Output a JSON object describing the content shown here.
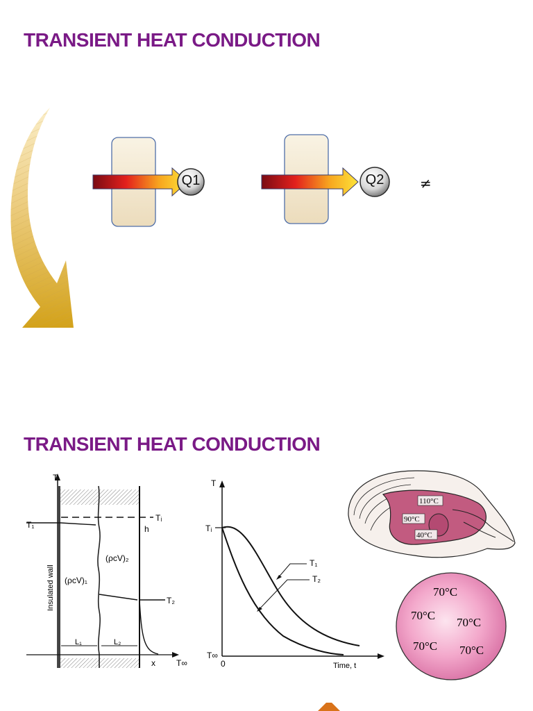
{
  "slide1": {
    "title": "TRANSIENT HEAT CONDUCTION",
    "left_flow_label": "Q1",
    "right_flow_label": "Q2",
    "not_equal_symbol": "≠"
  },
  "slide2": {
    "title": "TRANSIENT HEAT CONDUCTION",
    "wall_diagram": {
      "axis_t": "T",
      "t1_left": "T₁",
      "ti": "Tᵢ",
      "h": "h",
      "t2": "T₂",
      "t_inf": "T∞",
      "x": "x",
      "wall_label": "Insulated wall",
      "region1": "(ρcV)₁",
      "region2": "(ρcV)₂",
      "l1": "L₁",
      "l2": "L₂"
    },
    "cooling_chart": {
      "axis_t": "T",
      "ti": "Tᵢ",
      "t_inf": "T∞",
      "origin": "0",
      "xlabel": "Time, t",
      "t1": "T₁",
      "t2": "T₂"
    },
    "meat_roast": {
      "temps": [
        "110°C",
        "90°C",
        "40°C"
      ]
    },
    "sphere": {
      "temps": [
        "70°C",
        "70°C",
        "70°C",
        "70°C",
        "70°C"
      ]
    }
  },
  "colors": {
    "title": "#7a1a86",
    "arrow_gold": "#d9a71c",
    "meat_pink": "#c0507a",
    "sphere_pink": "#ee9ac4"
  }
}
